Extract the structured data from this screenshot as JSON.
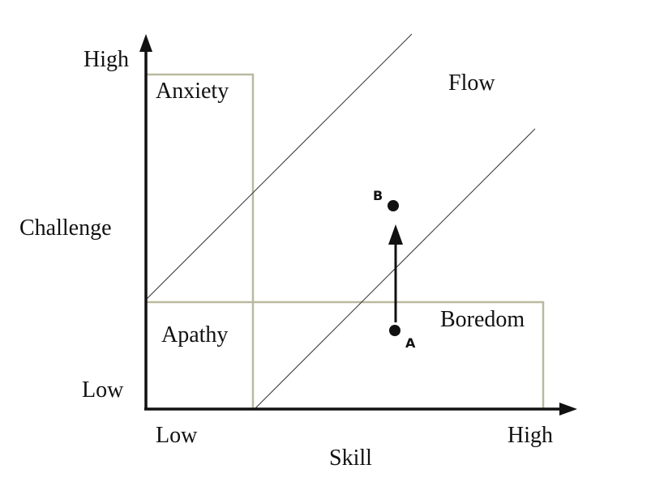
{
  "axes": {
    "y_high": "High",
    "y_low": "Low",
    "y_title": "Challenge",
    "x_low": "Low",
    "x_high": "High",
    "x_title": "Skill"
  },
  "regions": {
    "anxiety": "Anxiety",
    "flow": "Flow",
    "apathy": "Apathy",
    "boredom": "Boredom"
  },
  "points": {
    "a_label": "A",
    "b_label": "B"
  },
  "colors": {
    "region_border": "#b9b9a0",
    "axis": "#111111",
    "diagonal": "#333333"
  }
}
